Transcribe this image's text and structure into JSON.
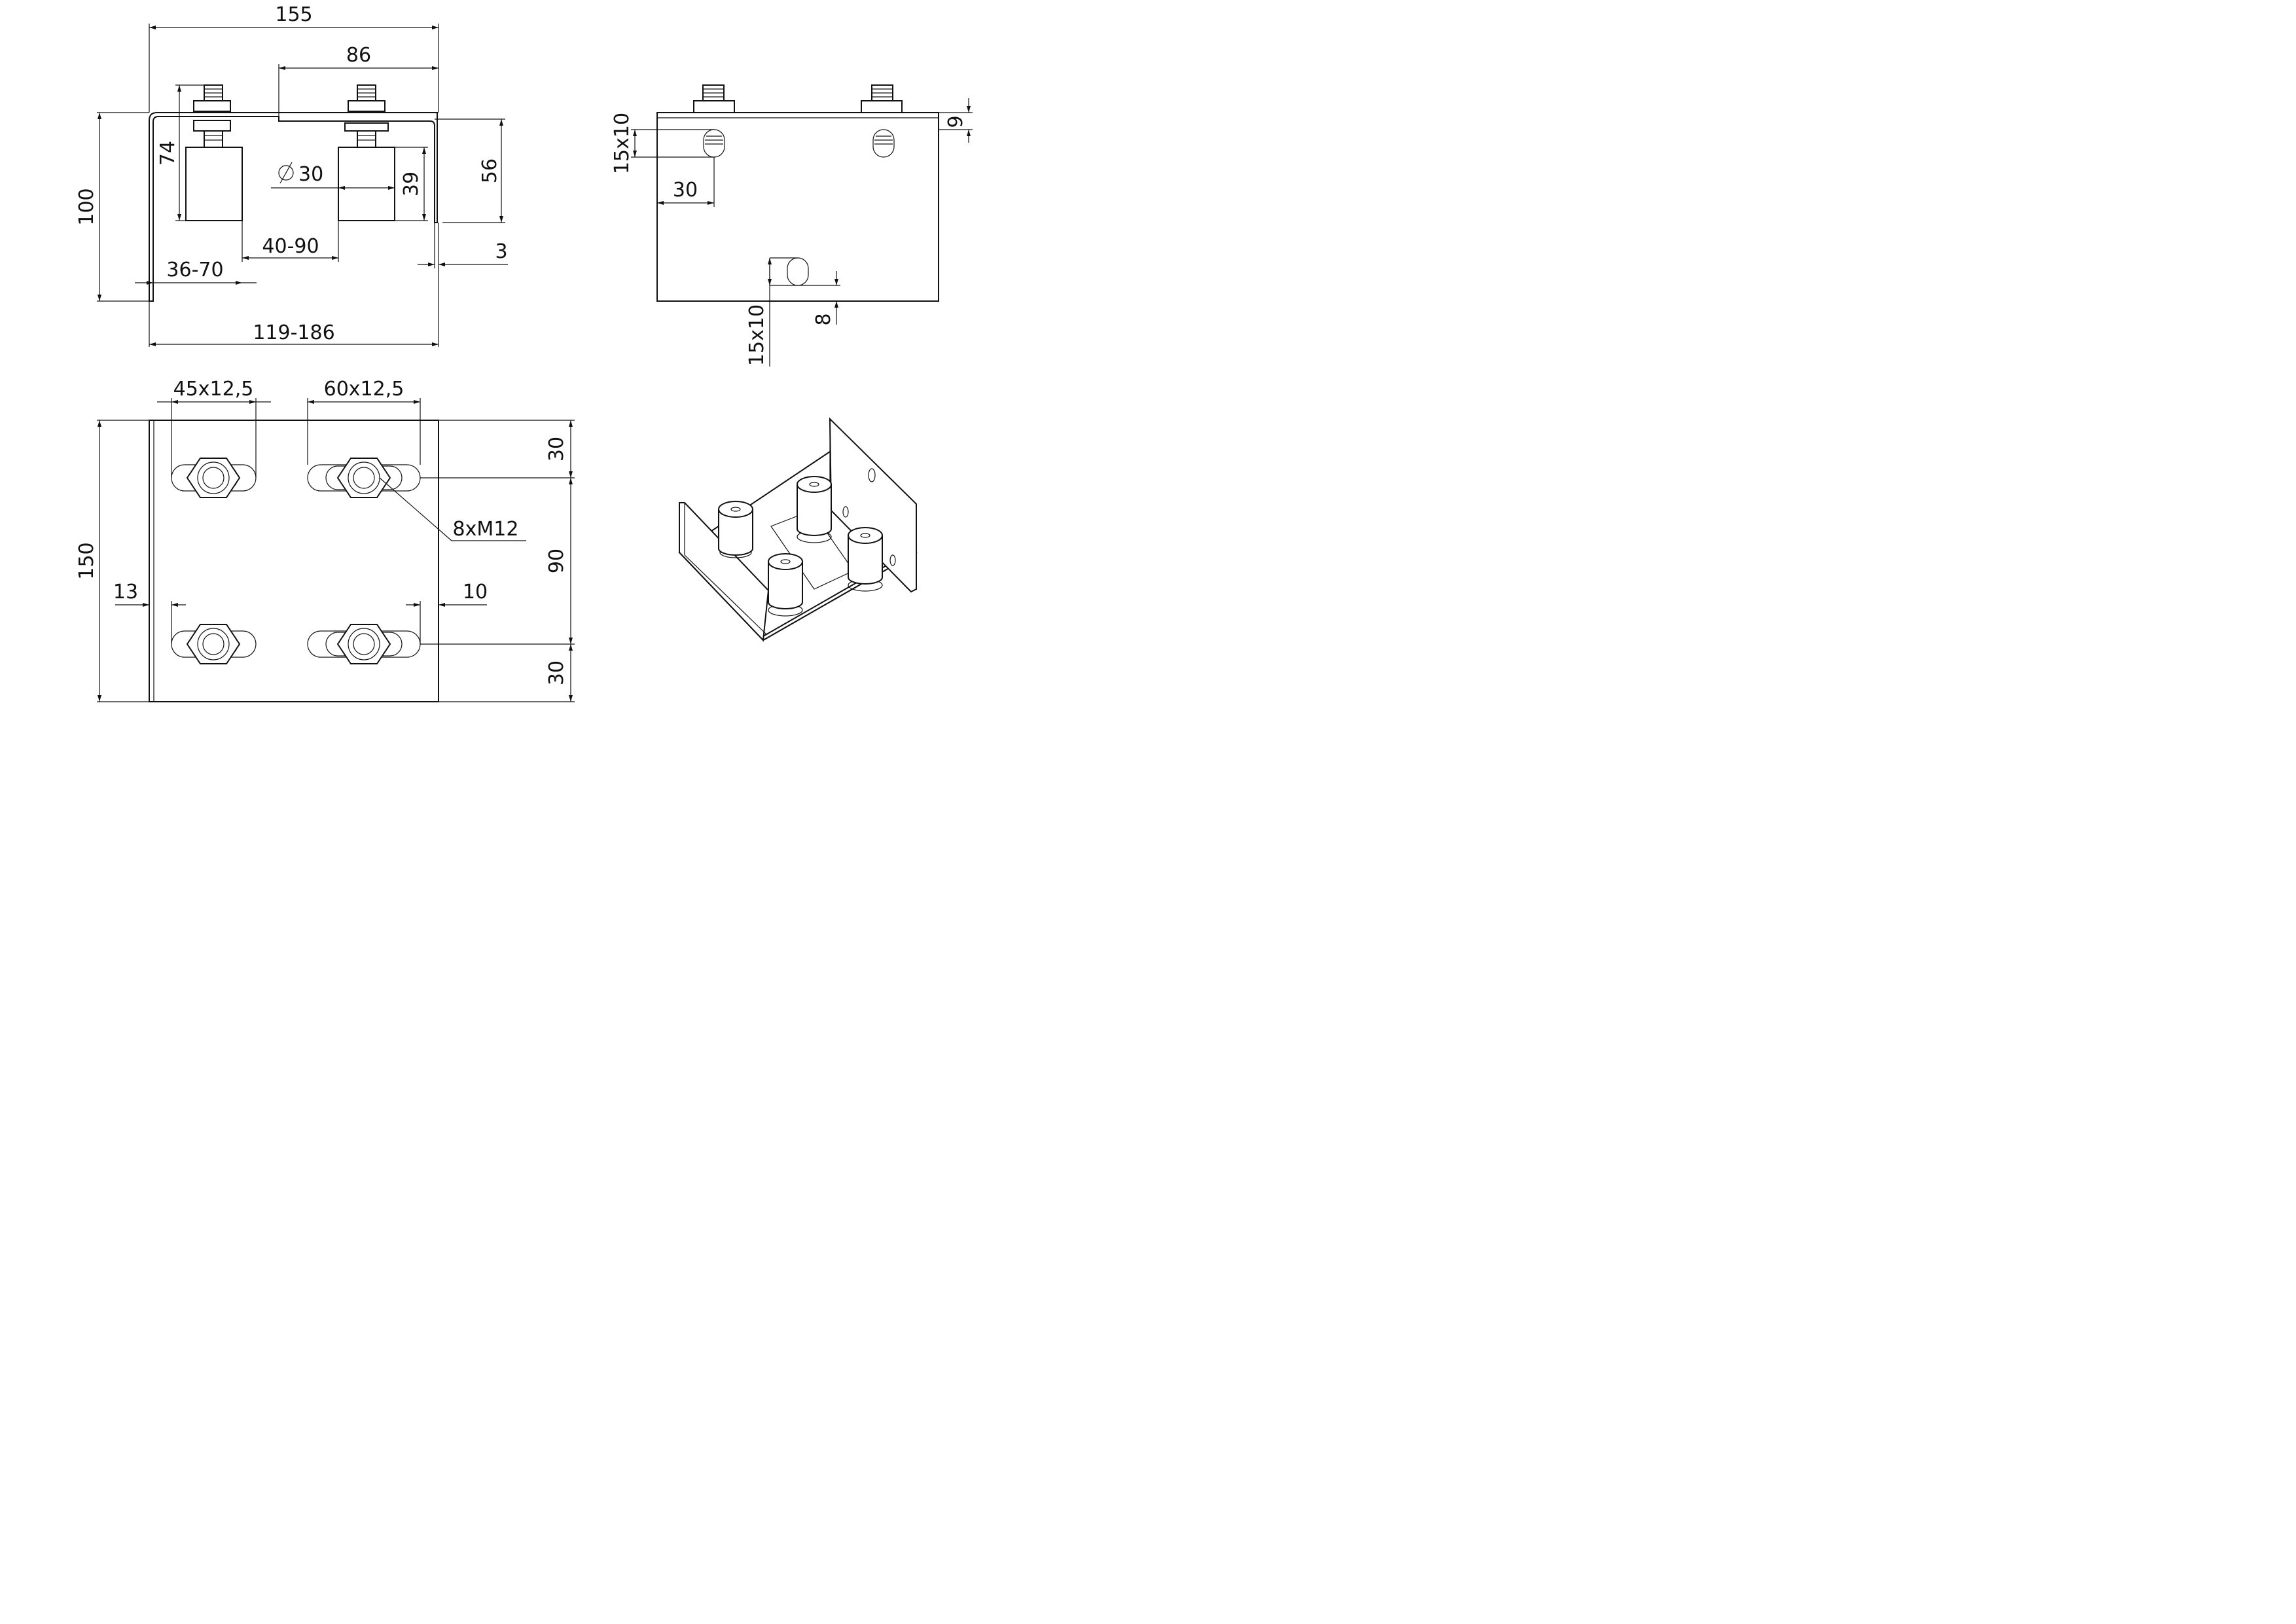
{
  "dimensions": {
    "front_width": "155",
    "flange_length": "86",
    "height_total": "100",
    "bolt_length": "74",
    "roller_diameter": "30",
    "roller_height": "39",
    "flange_height": "56",
    "roller_spacing": "40-90",
    "first_roller_offset": "36-70",
    "thickness": "3",
    "overall_range": "119-186",
    "side_slot_top": "15x10",
    "side_top_offset": "9",
    "side_slot_x": "30",
    "side_slot_bottom": "15x10",
    "side_bottom_offset": "8",
    "slot_left": "45x12,5",
    "slot_right": "60x12,5",
    "plan_top": "30",
    "plan_middle": "90",
    "plan_bottom": "30",
    "plan_length": "150",
    "plan_left_margin": "13",
    "plan_right_margin": "10",
    "bolts": "8xM12"
  }
}
